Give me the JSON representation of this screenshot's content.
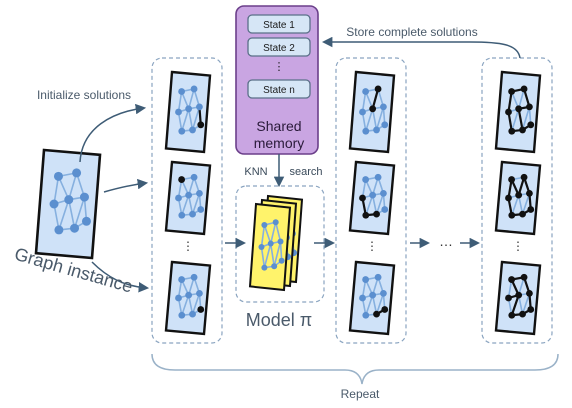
{
  "labels": {
    "initialize": "Initialize solutions",
    "store": "Store complete solutions",
    "graph_instance": "Graph instance",
    "knn": "KNN",
    "search": "search",
    "model": "Model π",
    "repeat": "Repeat",
    "shared_memory_line1": "Shared",
    "shared_memory_line2": "memory"
  },
  "memory_states": [
    "State 1",
    "State 2",
    "⋮",
    "State n"
  ],
  "ellipsis_vertical": "⋮",
  "ellipsis_horizontal": "…",
  "colors": {
    "tile_fill": "#cfe2f8",
    "node": "#5b8fcf",
    "edge": "#86b0df",
    "memory_fill": "#c9a5e2",
    "memory_border": "#6b3f8a",
    "state_fill": "#d6e6f6",
    "model_fill": "#fff36b",
    "arrow": "#3e5c76",
    "dashed": "#8aa4c0",
    "text": "#4a5a6a"
  }
}
